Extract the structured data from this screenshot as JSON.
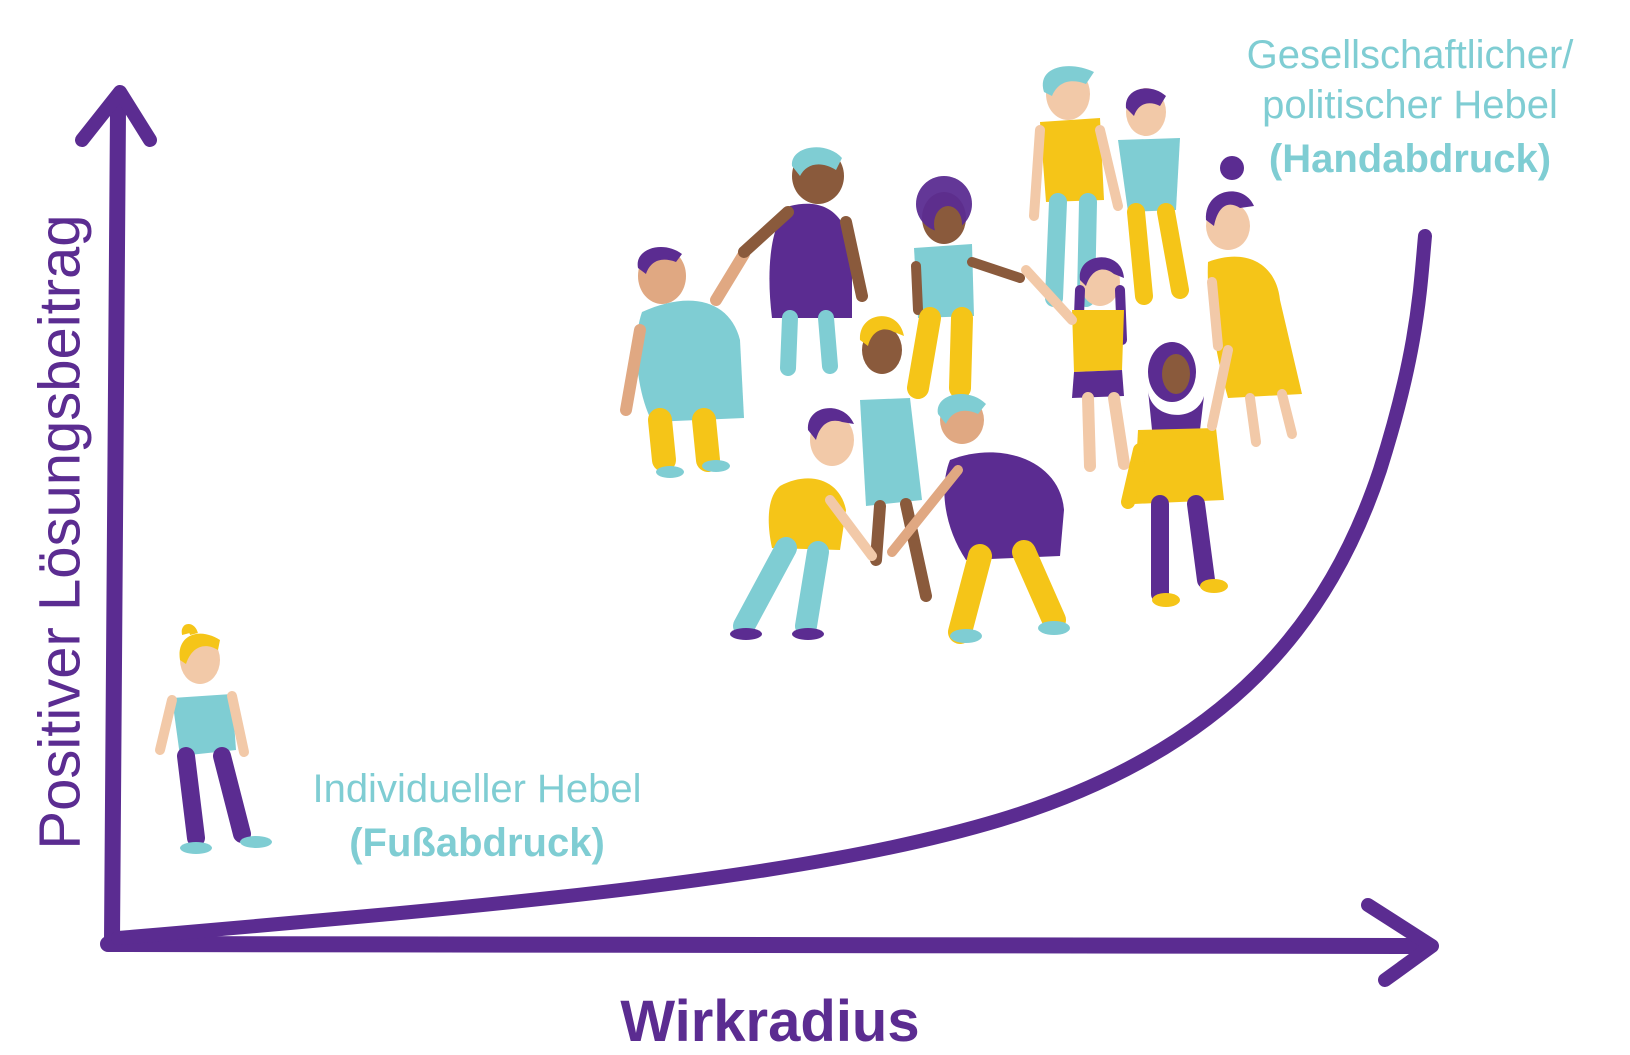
{
  "axes": {
    "y_label": "Positiver Lösungsbeitrag",
    "x_label": "Wirkradius"
  },
  "annotations": {
    "individual": {
      "line1": "Individueller Hebel",
      "line2": "(Fußabdruck)"
    },
    "societal": {
      "line1": "Gesellschaftlicher/",
      "line2": "politischer Hebel",
      "line3": "(Handabdruck)"
    }
  },
  "colors": {
    "purple": "#5b2c91",
    "teal": "#7fcdd3",
    "yellow": "#f5c518",
    "skin_light": "#f2c9a8",
    "skin_dark": "#8a5a3c"
  }
}
